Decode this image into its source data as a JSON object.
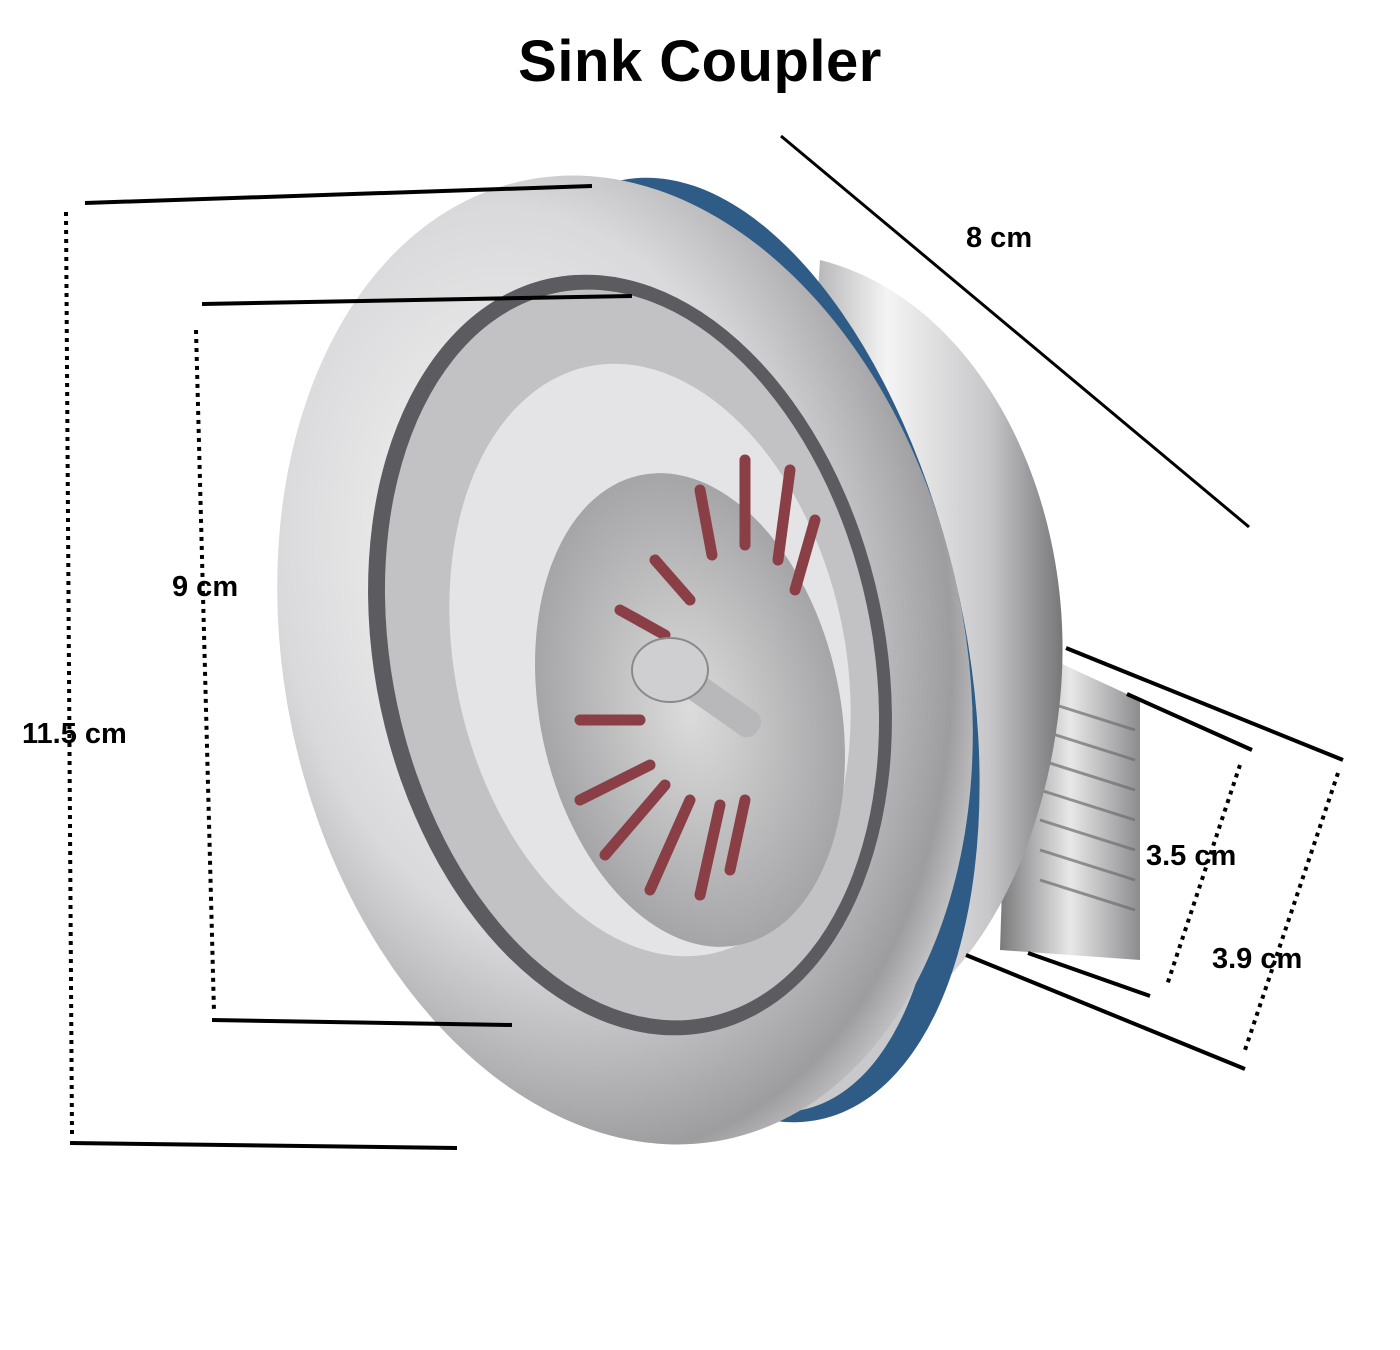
{
  "title": "Sink Coupler",
  "dimensions": {
    "overall_diameter": "11.5 cm",
    "inner_diameter": "9 cm",
    "depth": "8 cm",
    "outlet_inner": "3.5 cm",
    "outlet_outer": "3.9 cm"
  },
  "colors": {
    "steel_light": "#e9e9ea",
    "steel_mid": "#b9b9bc",
    "steel_dark": "#6d6d70",
    "gasket_blue": "#2f5c86",
    "slot_red": "#8a3e45",
    "line": "#000000"
  }
}
